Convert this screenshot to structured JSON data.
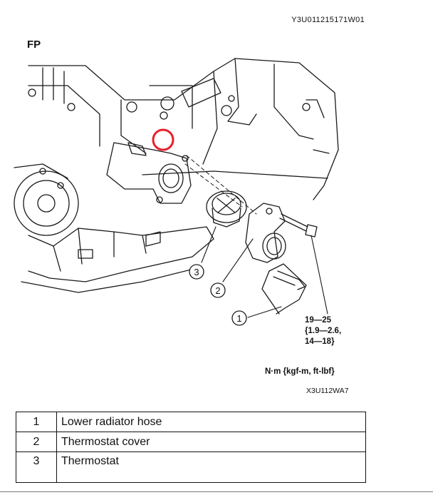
{
  "header": {
    "doc_code": "Y3U011215171W01",
    "variant": "FP"
  },
  "figure": {
    "callouts": [
      "1",
      "2",
      "3"
    ],
    "torque": [
      "19—25",
      "{1.9—2.6,",
      "14—18}"
    ],
    "unit": "N·m {kgf-m, ft-lbf}",
    "figure_code": "X3U112WA7",
    "highlight_color": "#e8202a",
    "line_color": "#1a1a1a"
  },
  "legend": {
    "rows": [
      {
        "num": "1",
        "label": "Lower radiator hose"
      },
      {
        "num": "2",
        "label": "Thermostat cover"
      },
      {
        "num": "3",
        "label": "Thermostat"
      }
    ]
  }
}
